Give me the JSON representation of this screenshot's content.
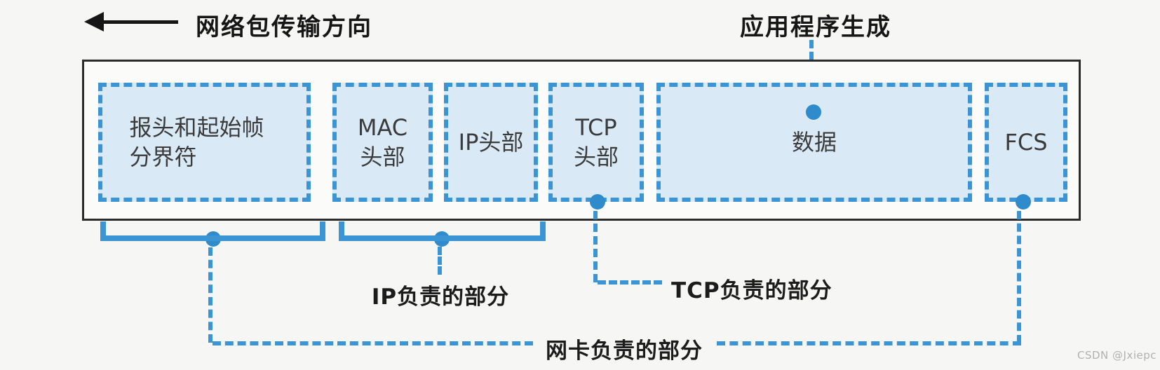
{
  "colors": {
    "accent_blue": "#3b95d4",
    "dot_blue": "#2f8bcc",
    "segment_fill": "#d9eaf6",
    "frame_border": "#2c2c2c",
    "text_dark": "#161616",
    "watermark_gray": "#b1b1b1"
  },
  "transport_direction": {
    "arrow_icon": "left-arrow",
    "label": "网络包传输方向"
  },
  "app_generated": {
    "label": "应用程序生成"
  },
  "packet": {
    "segments": [
      {
        "name": "preamble-sfd",
        "label": "报头和起始帧\n分界符"
      },
      {
        "name": "mac-header",
        "label": "MAC\n头部"
      },
      {
        "name": "ip-header",
        "label": "IP头部"
      },
      {
        "name": "tcp-header",
        "label": "TCP\n头部"
      },
      {
        "name": "data",
        "label": "数据"
      },
      {
        "name": "fcs",
        "label": "FCS"
      }
    ]
  },
  "responsibility": {
    "ip": "IP负责的部分",
    "tcp": "TCP负责的部分",
    "nic": "网卡负责的部分"
  },
  "watermark": "CSDN @Jxiepc"
}
